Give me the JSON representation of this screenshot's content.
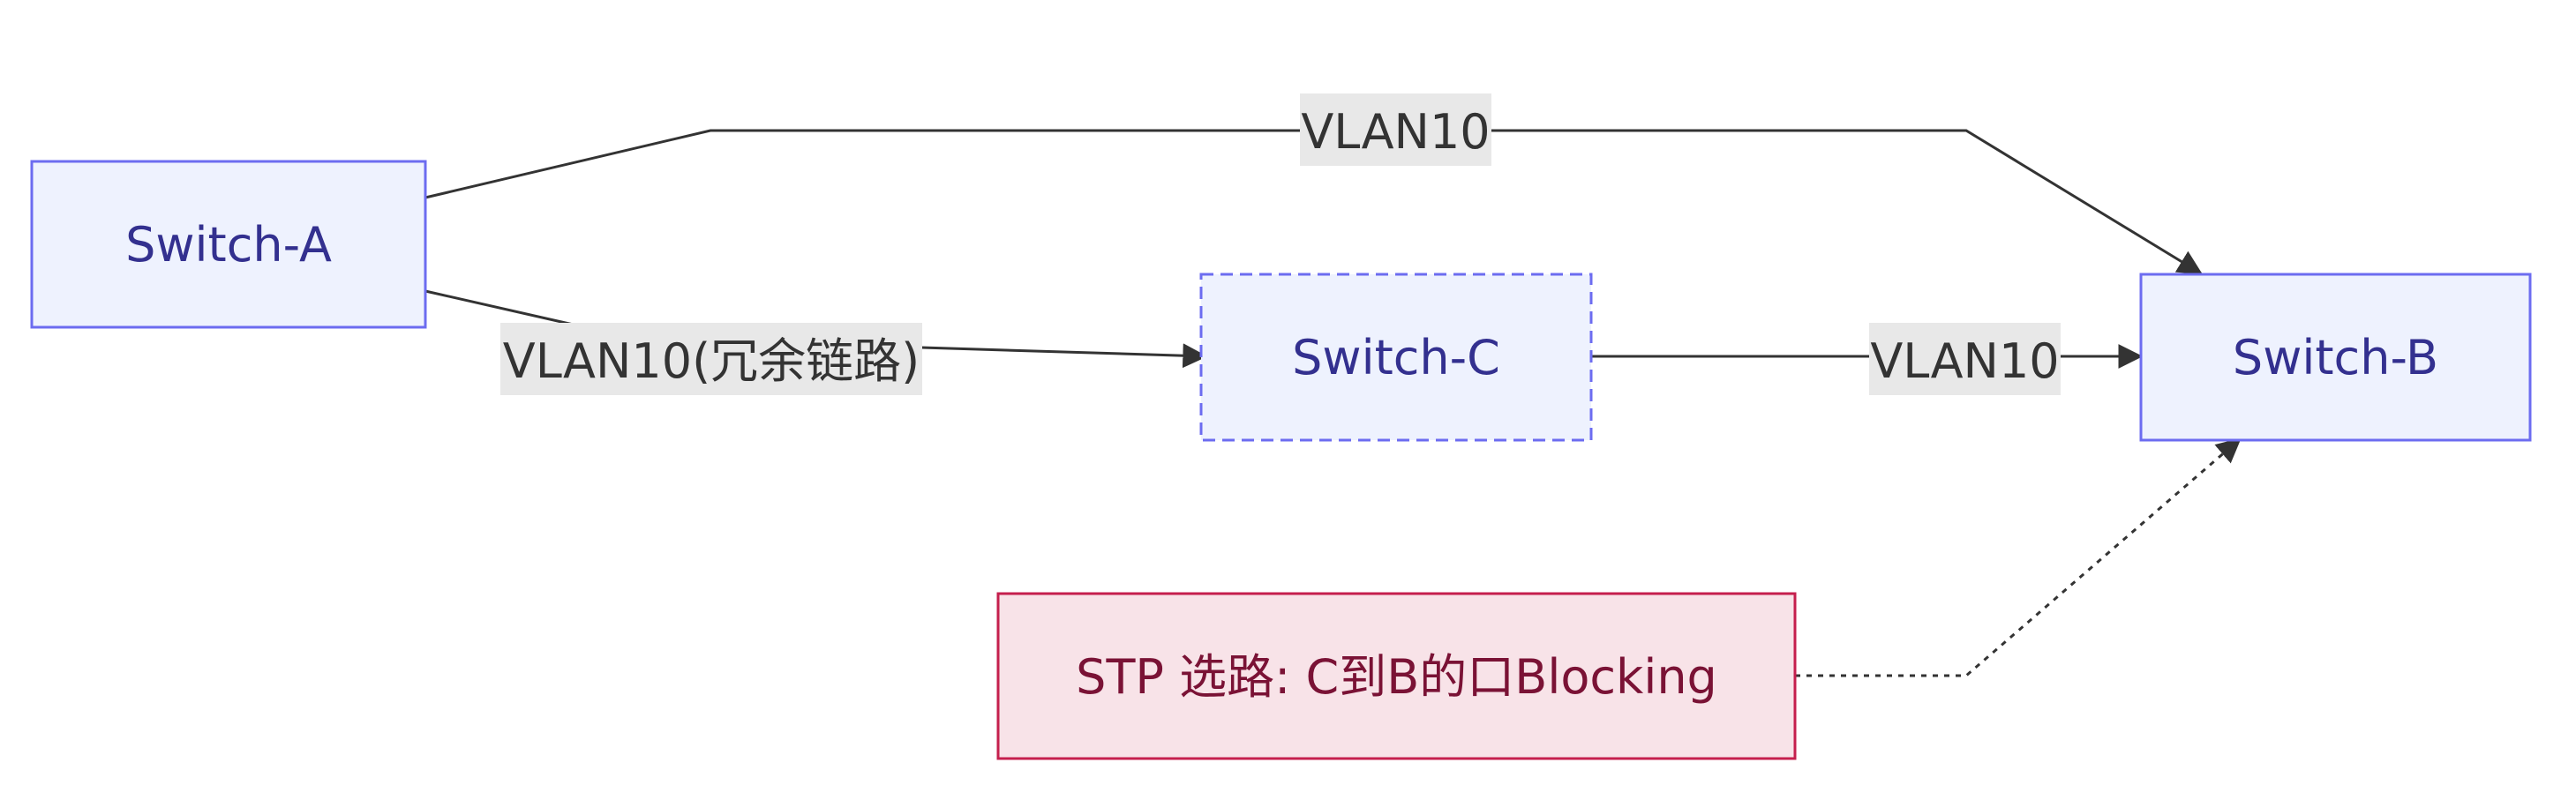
{
  "nodes": {
    "switch_a": "Switch-A",
    "switch_b": "Switch-B",
    "switch_c": "Switch-C",
    "note": "STP 选路: C到B的口Blocking"
  },
  "edges": {
    "a_to_b": "VLAN10",
    "a_to_c": "VLAN10(冗余链路)",
    "c_to_b": "VLAN10"
  },
  "colors": {
    "node_fill": "#eef2fe",
    "node_stroke": "#6c6cf0",
    "node_text": "#33308f",
    "note_fill": "#f8e3e8",
    "note_stroke": "#c51f4d",
    "note_text": "#7a1235",
    "edge_stroke": "#333333",
    "label_bg": "#e8e8e8"
  }
}
